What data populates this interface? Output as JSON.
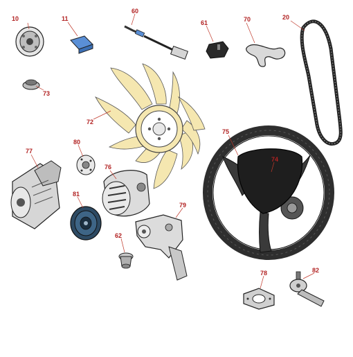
{
  "colors": {
    "callout": "#b22222",
    "leader": "#c0392b",
    "outline": "#222222",
    "fan": "#f5e7b0",
    "metal": "#d9d9d9",
    "dark_metal": "#555555",
    "wheel": "#2e2e2e",
    "pulley": "#2d4a63",
    "cable_block": "#5a8fd6"
  },
  "parts": [
    {
      "number": "10",
      "name": "oil-filter"
    },
    {
      "number": "11",
      "name": "fuse-block"
    },
    {
      "number": "60",
      "name": "sensor-cable"
    },
    {
      "number": "61",
      "name": "relay-connector"
    },
    {
      "number": "70",
      "name": "bracket-clip"
    },
    {
      "number": "20",
      "name": "drive-belt"
    },
    {
      "number": "73",
      "name": "grommet"
    },
    {
      "number": "72",
      "name": "cooling-fan"
    },
    {
      "number": "75",
      "name": "steering-wheel"
    },
    {
      "number": "74",
      "name": "steering-wheel-cover"
    },
    {
      "number": "80",
      "name": "spacer-hub"
    },
    {
      "number": "77",
      "name": "starter-motor"
    },
    {
      "number": "76",
      "name": "alternator"
    },
    {
      "number": "81",
      "name": "pulley"
    },
    {
      "number": "79",
      "name": "water-pump"
    },
    {
      "number": "62",
      "name": "thermostat"
    },
    {
      "number": "78",
      "name": "gasket"
    },
    {
      "number": "82",
      "name": "tie-rod-end"
    }
  ]
}
